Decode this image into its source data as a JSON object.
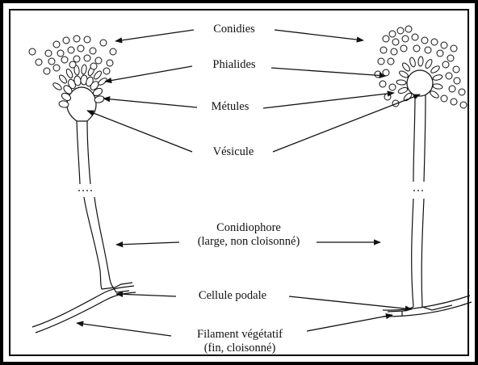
{
  "labels": {
    "conidies": "Conidies",
    "phialides": "Phialides",
    "metules": "Métules",
    "vesicule": "Vésicule",
    "conidiophore_line1": "Conidiophore",
    "conidiophore_line2": "(large, non cloisonné)",
    "cellule_podale": "Cellule podale",
    "filament_line1": "Filament végétatif",
    "filament_line2": "(fin, cloisonné)"
  },
  "colors": {
    "ink": "#111111",
    "background": "#ffffff"
  }
}
